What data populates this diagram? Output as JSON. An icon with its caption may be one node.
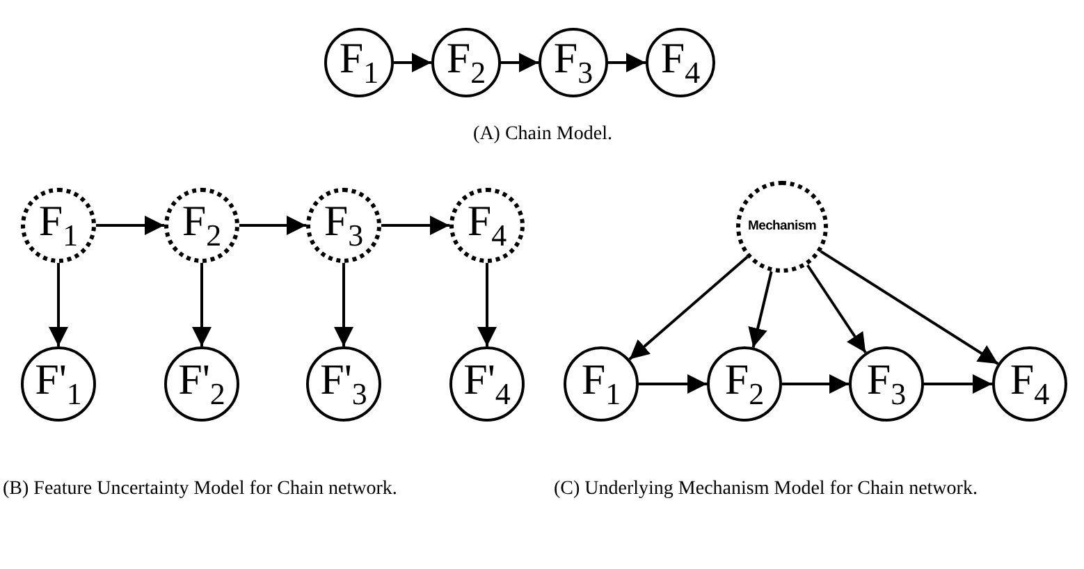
{
  "diagram": {
    "nodes": [
      {
        "text": [
          "F$_{1}$"
        ]
      },
      {
        "text": [
          "F$_{2}$"
        ]
      },
      {
        "text": [
          "F$_{3}$"
        ]
      },
      {
        "text": [
          "F$_{4}$"
        ]
      },
      {
        "text": [
          "F$_{1}$"
        ]
      },
      {
        "text": [
          "F$_{2}$"
        ]
      },
      {
        "text": [
          "F$_{3}$"
        ]
      },
      {
        "text": [
          "F$_{4}$"
        ]
      },
      {
        "text": [
          "F'$_{1}$"
        ]
      },
      {
        "text": [
          "F'$_{2}$"
        ]
      },
      {
        "text": [
          "F'$_{3}$"
        ]
      },
      {
        "text": [
          "F'$_{4}$"
        ]
      },
      {
        "text": [
          "Mechanism"
        ]
      },
      {
        "text": [
          "F$_{1}$"
        ]
      },
      {
        "text": [
          "F$_{2}$"
        ]
      },
      {
        "text": [
          "F$_{3}$"
        ]
      },
      {
        "text": [
          "F$_{4}$"
        ]
      }
    ],
    "edges": [
      {
        "from": 0,
        "to": 1,
        "arrow": "to"
      },
      {
        "from": 1,
        "to": 2,
        "arrow": "to"
      },
      {
        "from": 2,
        "to": 3,
        "arrow": "to"
      },
      {
        "from": 4,
        "to": 5,
        "arrow": "to"
      },
      {
        "from": 5,
        "to": 6,
        "arrow": "to"
      },
      {
        "from": 6,
        "to": 7,
        "arrow": "to"
      },
      {
        "from": 4,
        "to": 8,
        "arrow": "to"
      },
      {
        "from": 5,
        "to": 9,
        "arrow": "to"
      },
      {
        "from": 6,
        "to": 10,
        "arrow": "to"
      },
      {
        "from": 7,
        "to": 11,
        "arrow": "to"
      },
      {
        "from": 12,
        "to": 13,
        "arrow": "to"
      },
      {
        "from": 12,
        "to": 14,
        "arrow": "to"
      },
      {
        "from": 12,
        "to": 15,
        "arrow": "to"
      },
      {
        "from": 12,
        "to": 16,
        "arrow": "to"
      },
      {
        "from": 13,
        "to": 14,
        "arrow": "to"
      },
      {
        "from": 14,
        "to": 15,
        "arrow": "to"
      },
      {
        "from": 15,
        "to": 16,
        "arrow": "to"
      }
    ],
    "labels": [
      "(A) Chain Model.",
      "(B) Feature Uncertainty Model for Chain network.",
      "(C) Underlying Mechanism Model for Chain network."
    ]
  }
}
